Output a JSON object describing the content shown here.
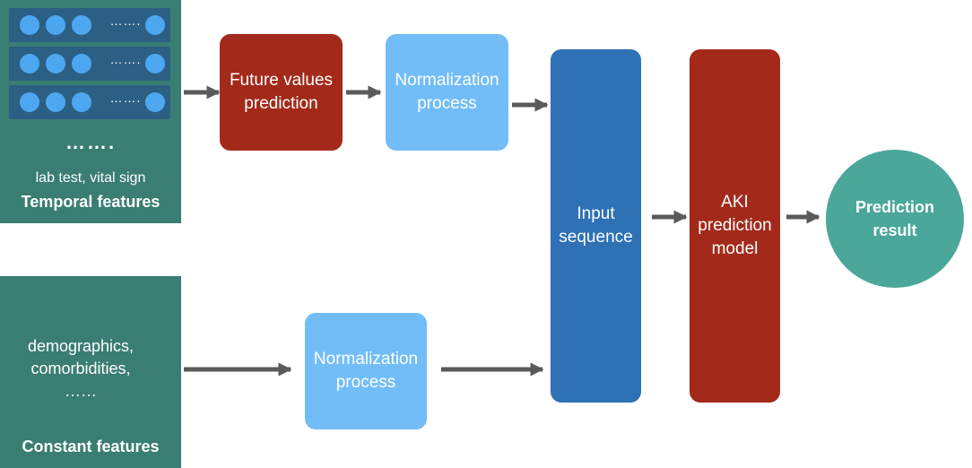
{
  "temporal": {
    "row_ellipsis": "…….",
    "big_ellipsis": "…….",
    "caption": "lab test, vital sign",
    "title": "Temporal features"
  },
  "constant": {
    "text": "demographics,\ncomorbidities,\n……",
    "title": "Constant features"
  },
  "boxes": {
    "future": "Future values\nprediction",
    "norm_top": "Normalization\nprocess",
    "norm_bottom": "Normalization\nprocess",
    "input_seq": "Input\nsequence",
    "aki": "AKI\nprediction\nmodel",
    "result": "Prediction\nresult"
  },
  "colors": {
    "panel": "#3a7d73",
    "row": "#2c5f84",
    "dot": "#4da7f0",
    "red": "#a32a1a",
    "light_blue": "#72bdf8",
    "blue": "#2e71b4",
    "result": "#4aa79a",
    "arrow": "#5a5a5a"
  }
}
